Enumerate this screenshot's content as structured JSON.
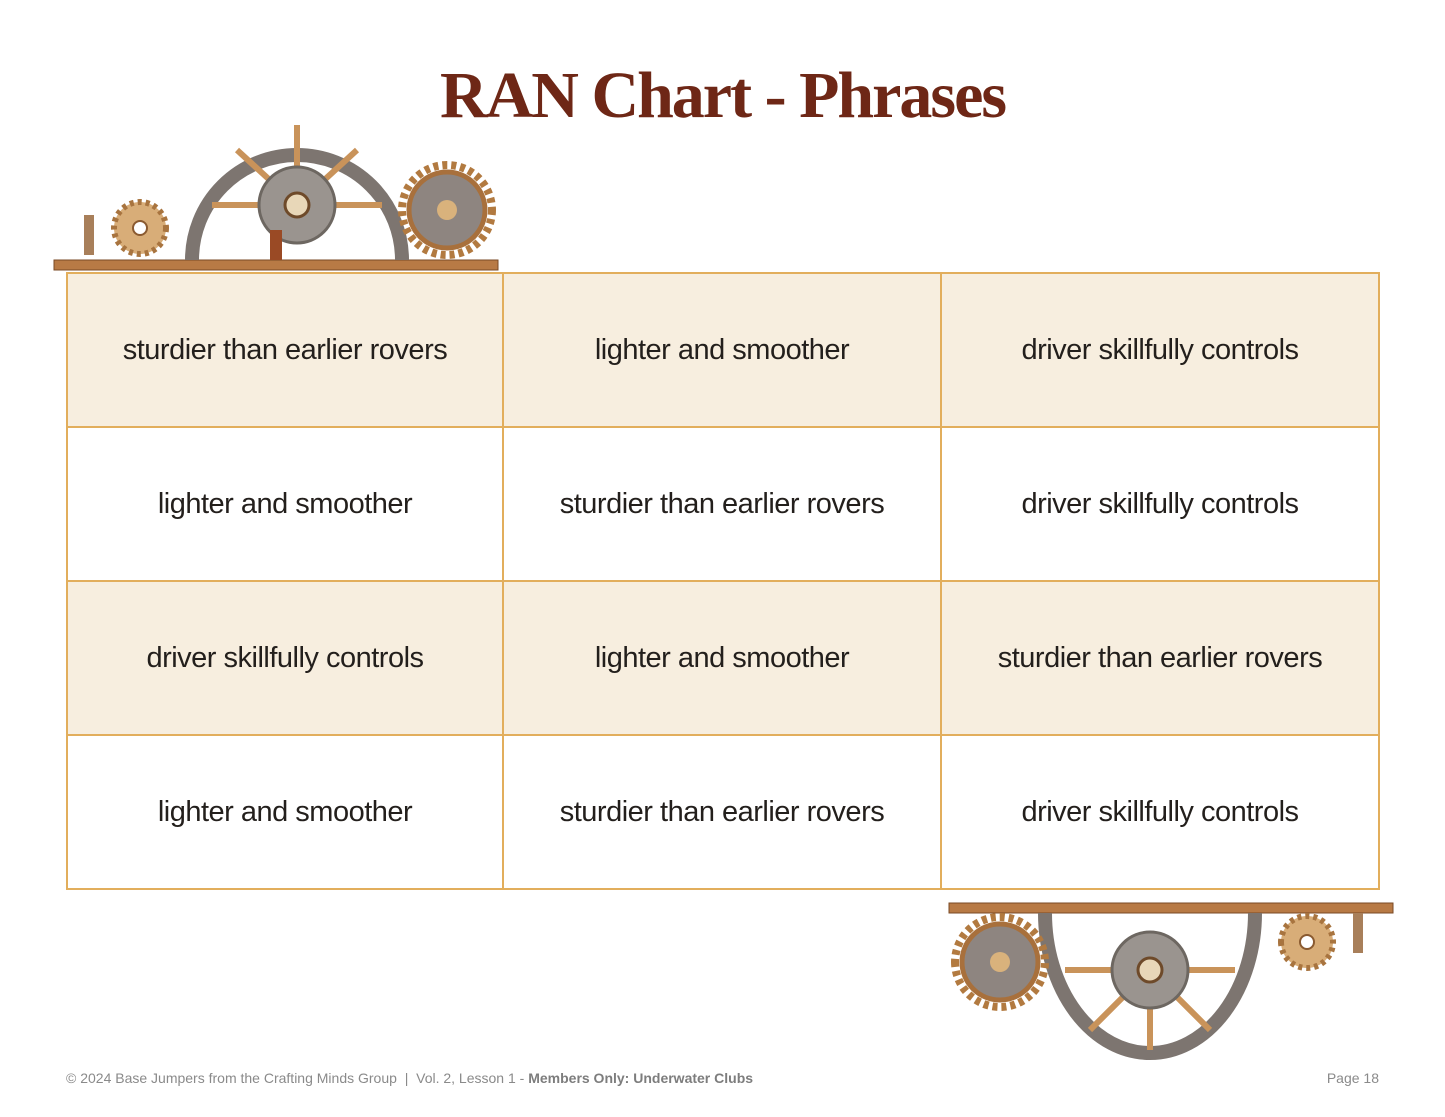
{
  "title": "RAN Chart - Phrases",
  "rows": [
    [
      "sturdier than earlier rovers",
      "lighter and smoother",
      "driver skillfully controls"
    ],
    [
      "lighter and smoother",
      "sturdier than earlier rovers",
      "driver skillfully controls"
    ],
    [
      "driver skillfully controls",
      "lighter and smoother",
      "sturdier than earlier rovers"
    ],
    [
      "lighter and smoother",
      "sturdier than earlier rovers",
      "driver skillfully controls"
    ]
  ],
  "footer": {
    "copyright": "© 2024 Base Jumpers from the Crafting Minds Group",
    "separator": "|",
    "lesson": "Vol. 2, Lesson 1 -",
    "unit": "Members Only: Underwater Clubs",
    "page": "Page 18"
  },
  "colors": {
    "title": "#6e2716",
    "border": "#e2ae5c",
    "shade": "#f7eedf"
  }
}
